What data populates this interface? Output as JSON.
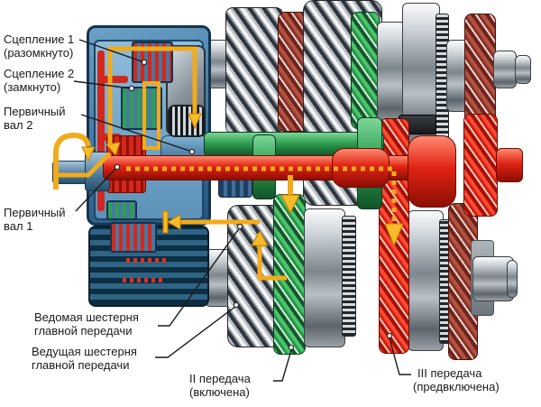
{
  "labels": {
    "clutch1": {
      "line1": "Сцепление 1",
      "line2": "(разомкнуто)"
    },
    "clutch2": {
      "line1": "Сцепление 2",
      "line2": "(замкнуто)"
    },
    "input_shaft2": {
      "line1": "Первичный",
      "line2": "вал 2"
    },
    "input_shaft1": {
      "line1": "Первичный",
      "line2": "вал 1"
    },
    "final_drive_driven": {
      "line1": "Ведомая шестерня",
      "line2": "главной передачи"
    },
    "final_drive_driving": {
      "line1": "Ведущая шестерня",
      "line2": "главной передачи"
    },
    "gear_ii": {
      "line1": "II передача",
      "line2": "(включена)"
    },
    "gear_iii": {
      "line1": "III передача",
      "line2": "(предвключена)"
    }
  },
  "colors": {
    "power_flow_yellow": "#f2ab1b",
    "primary_shaft_1_red": "#e02313",
    "primary_shaft_2_green": "#2d9e50",
    "gear_ii_green": "#249648",
    "gear_iii_red": "#d21f10",
    "housing_blue": "#3c6f99",
    "maroon_gear": "#8c3125",
    "label_text": "#1b1b1b",
    "background": "#ffffff"
  },
  "icons": {
    "rotation_arrow": "curved yellow arrow (input rotation)",
    "power_flow_arrow": "yellow dotted/solid arrows (torque path)",
    "leader_dot": "white callout endpoint dot"
  }
}
